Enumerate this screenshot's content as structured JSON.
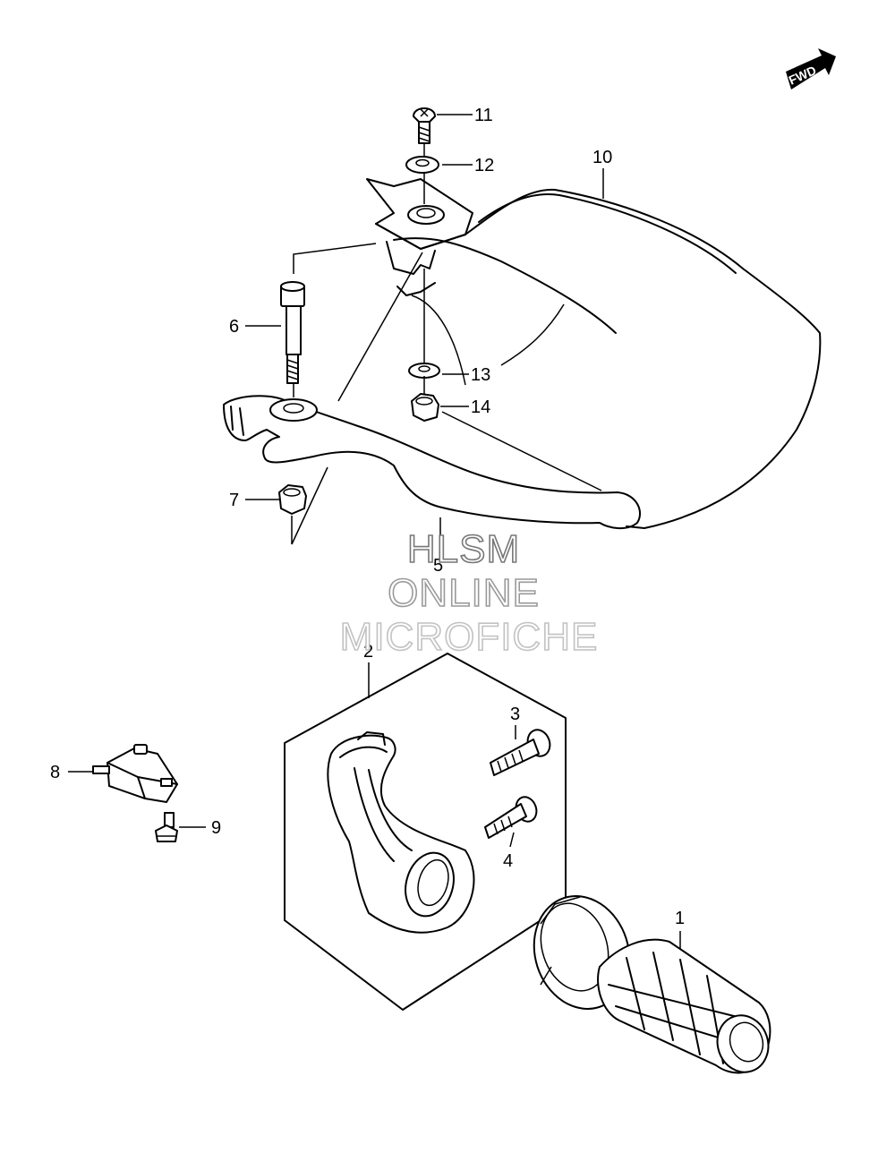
{
  "direction_marker": "FWD",
  "part_labels": {
    "p1": "1",
    "p2": "2",
    "p3": "3",
    "p4": "4",
    "p5": "5",
    "p6": "6",
    "p7": "7",
    "p8": "8",
    "p9": "9",
    "p10": "10",
    "p11": "11",
    "p12": "12",
    "p13": "13",
    "p14": "14"
  },
  "watermark": {
    "line1": "HLSM",
    "line2": "ONLINE",
    "line3": "MICROFICHE"
  },
  "colors": {
    "ink": "#000000",
    "background": "#ffffff",
    "watermark_outline": "#9a9a9a"
  }
}
